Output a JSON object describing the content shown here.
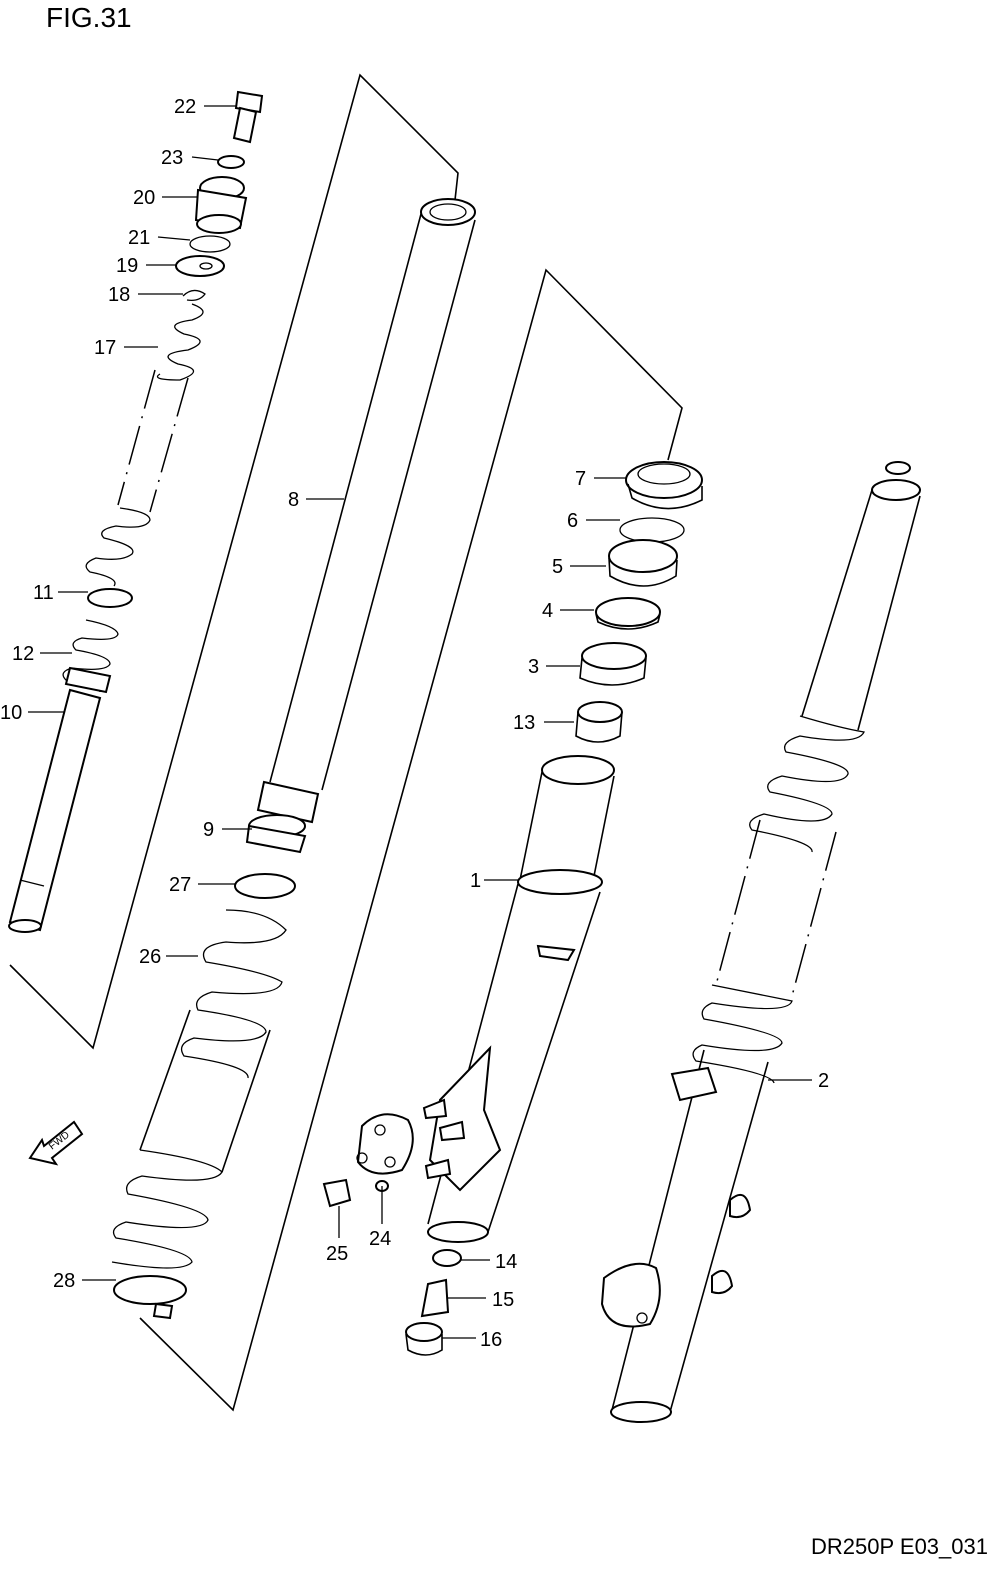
{
  "figure": {
    "title": "FIG.31",
    "ref_code": "DR250P E03_031",
    "fwd_label": "FWD"
  },
  "callouts": [
    "22",
    "23",
    "20",
    "21",
    "19",
    "18",
    "17",
    "11",
    "12",
    "10",
    "8",
    "9",
    "27",
    "26",
    "28",
    "7",
    "6",
    "5",
    "4",
    "3",
    "13",
    "1",
    "2",
    "24",
    "25",
    "14",
    "15",
    "16"
  ]
}
